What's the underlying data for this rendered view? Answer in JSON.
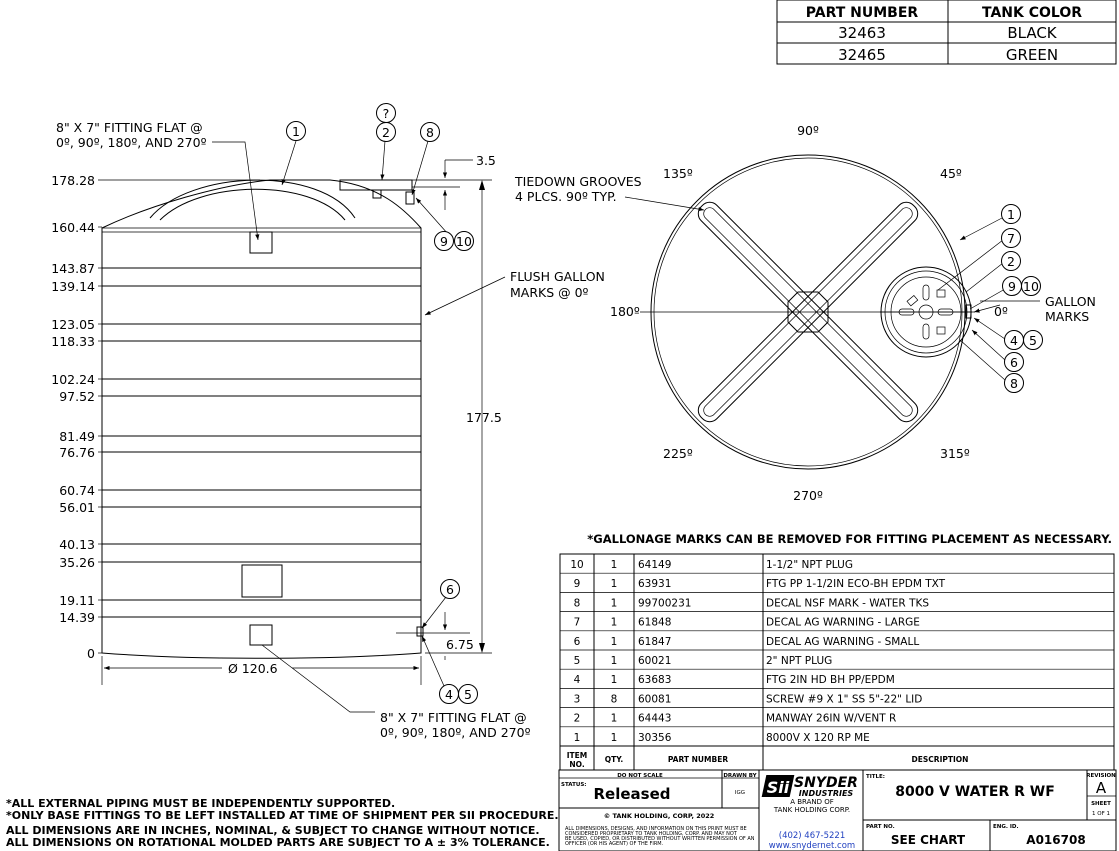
{
  "part_table": {
    "headers": [
      "PART NUMBER",
      "TANK COLOR"
    ],
    "rows": [
      [
        "32463",
        "BLACK"
      ],
      [
        "32465",
        "GREEN"
      ]
    ]
  },
  "side_view": {
    "fitting_note_top": [
      "8\" X 7\" FITTING FLAT @",
      "0º, 90º, 180º, AND 270º"
    ],
    "fitting_note_bottom": [
      "8\" X 7\" FITTING FLAT @",
      "0º, 90º, 180º, AND 270º"
    ],
    "height_labels": [
      "178.28",
      "160.44",
      "143.87",
      "139.14",
      "123.05",
      "118.33",
      "102.24",
      "97.52",
      "81.49",
      "76.76",
      "60.74",
      "56.01",
      "40.13",
      "35.26",
      "19.11",
      "14.39",
      "0"
    ],
    "flush_note": [
      "FLUSH GALLON",
      "MARKS @ 0º"
    ],
    "dim_height": "177.5",
    "dim_lid": "3.5",
    "dim_base_fitting": "6.75",
    "dim_diameter": "Ø 120.6",
    "balloons": {
      "b1": "1",
      "b2": "2",
      "bq": "?",
      "b8": "8",
      "b9": "9",
      "b10": "10",
      "b6": "6",
      "b4": "4",
      "b5": "5"
    }
  },
  "top_view": {
    "angles": {
      "a90": "90º",
      "a45": "45º",
      "a135": "135º",
      "a180": "180º",
      "a0": "0º",
      "a225": "225º",
      "a270": "270º",
      "a315": "315º"
    },
    "tiedown_note": [
      "TIEDOWN GROOVES",
      "4 PLCS. 90º TYP."
    ],
    "gallon_note": [
      "GALLON",
      "MARKS"
    ],
    "balloons": {
      "b1": "1",
      "b7": "7",
      "b2": "2",
      "b9": "9",
      "b10": "10",
      "b4": "4",
      "b5": "5",
      "b6": "6",
      "b8": "8"
    }
  },
  "gallonage_note": "*GALLONAGE MARKS CAN BE REMOVED FOR FITTING PLACEMENT AS NECESSARY.",
  "bom": {
    "rows": [
      [
        "10",
        "1",
        "64149",
        "1-1/2\" NPT PLUG"
      ],
      [
        "9",
        "1",
        "63931",
        "FTG PP 1-1/2IN ECO-BH EPDM TXT"
      ],
      [
        "8",
        "1",
        "99700231",
        "DECAL NSF MARK - WATER TKS"
      ],
      [
        "7",
        "1",
        "61848",
        "DECAL AG WARNING - LARGE"
      ],
      [
        "6",
        "1",
        "61847",
        "DECAL AG WARNING - SMALL"
      ],
      [
        "5",
        "1",
        "60021",
        "2\" NPT PLUG"
      ],
      [
        "4",
        "1",
        "63683",
        "FTG 2IN HD BH PP/EPDM"
      ],
      [
        "3",
        "8",
        "60081",
        "SCREW #9 X 1\" SS 5\"-22\" LID"
      ],
      [
        "2",
        "1",
        "64443",
        "MANWAY 26IN W/VENT R"
      ],
      [
        "1",
        "1",
        "30356",
        "8000V X 120 RP ME"
      ]
    ],
    "headers": {
      "item_1": "ITEM",
      "item_2": "NO.",
      "qty": "QTY.",
      "part": "PART NUMBER",
      "desc": "DESCRIPTION"
    }
  },
  "notes": [
    "*ALL EXTERNAL PIPING MUST BE INDEPENDENTLY SUPPORTED.",
    "*ONLY BASE FITTINGS TO BE LEFT INSTALLED AT TIME OF SHIPMENT PER SII PROCEDURE.",
    "ALL DIMENSIONS ARE IN INCHES, NOMINAL, & SUBJECT TO CHANGE WITHOUT NOTICE.",
    "ALL DIMENSIONS ON ROTATIONAL MOLDED PARTS ARE SUBJECT TO A ± 3% TOLERANCE."
  ],
  "title_block": {
    "do_not_scale": "DO NOT SCALE",
    "drawn_by_label": "DRAWN BY",
    "drawn_by": "IGG",
    "status_label": "STATUS:",
    "status": "Released",
    "copyright": "© TANK HOLDING, CORP, 2022",
    "proprietary": [
      "ALL DIMENSIONS, DESIGNS, AND INFORMATION ON THIS PRINT MUST BE",
      "CONSIDERED PROPRIETARY TO TANK HOLDING, CORP. AND MAY NOT",
      "BE USED, COPIED, OR DISTRIBUTED WITHOUT WRITTEN PERMISSION OF AN",
      "OFFICER (OR HIS AGENT) OF THE FIRM."
    ],
    "logo_text": [
      "Sii",
      "SNYDER",
      "INDUSTRIES"
    ],
    "brand": [
      "A BRAND OF",
      "TANK HOLDING CORP."
    ],
    "phone": "(402) 467-5221",
    "website": "www.snydernet.com",
    "title_label": "TITLE:",
    "title": "8000 V WATER R WF",
    "revision_label": "REVISION",
    "revision": "A",
    "sheet_label": "SHEET",
    "sheet": "1 OF 1",
    "part_no_label": "PART NO.",
    "part_no": "SEE CHART",
    "eng_id_label": "ENG. ID.",
    "eng_id": "A016708"
  },
  "colors": {
    "link": "#1f3fbf",
    "line": "#000000"
  }
}
